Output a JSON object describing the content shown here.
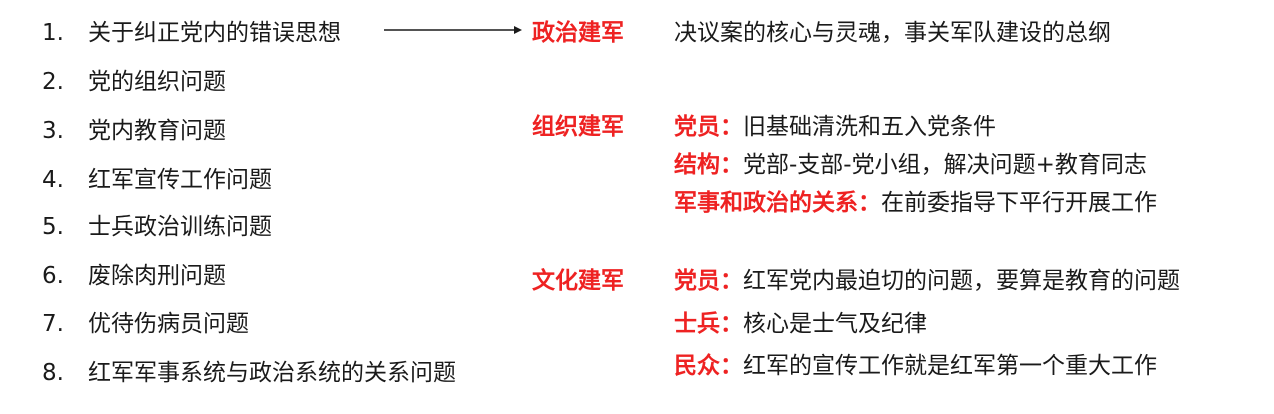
{
  "colors": {
    "accent": "#ee2222",
    "text": "#1a1a1a"
  },
  "list": [
    {
      "num": "1.",
      "text": "关于纠正党内的错误思想"
    },
    {
      "num": "2.",
      "text": "党的组织问题"
    },
    {
      "num": "3.",
      "text": "党内教育问题"
    },
    {
      "num": "4.",
      "text": "红军宣传工作问题"
    },
    {
      "num": "5.",
      "text": "士兵政治训练问题"
    },
    {
      "num": "6.",
      "text": "废除肉刑问题"
    },
    {
      "num": "7.",
      "text": "优待伤病员问题"
    },
    {
      "num": "8.",
      "text": "红军军事系统与政治系统的关系问题"
    }
  ],
  "categories": {
    "political": {
      "label": "政治建军",
      "desc": "决议案的核心与灵魂，事关军队建设的总纲"
    },
    "organizational": {
      "label": "组织建军",
      "points": [
        {
          "key": "党员：",
          "text": "旧基础清洗和五入党条件"
        },
        {
          "key": "结构：",
          "text": "党部-支部-党小组，解决问题+教育同志"
        },
        {
          "key": "军事和政治的关系：",
          "text": "在前委指导下平行开展工作"
        }
      ]
    },
    "cultural": {
      "label": "文化建军",
      "points": [
        {
          "key": "党员：",
          "text": "红军党内最迫切的问题，要算是教育的问题"
        },
        {
          "key": "士兵：",
          "text": "核心是士气及纪律"
        },
        {
          "key": "民众：",
          "text": "红军的宣传工作就是红军第一个重大工作"
        }
      ]
    }
  }
}
